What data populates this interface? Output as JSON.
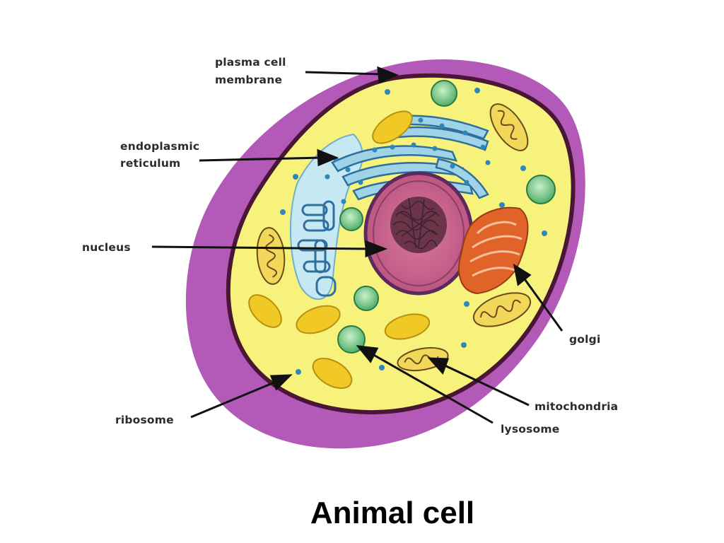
{
  "title": "Animal cell",
  "labels": {
    "plasma_membrane_line1": "plasma cell",
    "plasma_membrane_line2": "membrane",
    "er_line1": "endoplasmic",
    "er_line2": "reticulum",
    "nucleus": "nucleus",
    "golgi": "golgi",
    "mitochondria": "mitochondria",
    "lysosome": "lysosome",
    "ribosome": "ribosome"
  },
  "colors": {
    "membrane_outer": "#b35ab8",
    "membrane_border": "#4a1636",
    "cytoplasm": "#f6f27c",
    "nucleus": "#c9668e",
    "nucleolus": "#3a2230",
    "er": "#9fd4e8",
    "golgi": "#e0642a",
    "lysosome": "#5fbf7a",
    "mitochondria": "#f2d85a",
    "ribosome": "#2f86b8"
  }
}
